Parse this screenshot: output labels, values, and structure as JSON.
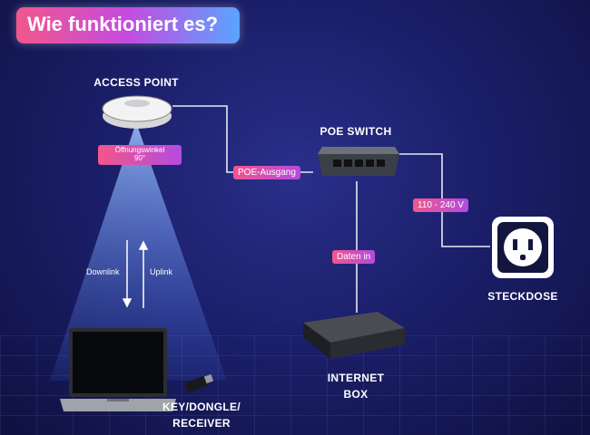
{
  "title": "Wie funktioniert es?",
  "labels": {
    "access_point": "ACCESS POINT",
    "poe_switch": "POE SWITCH",
    "steckdose": "STECKDOSE",
    "internet_box_l1": "INTERNET",
    "internet_box_l2": "BOX",
    "key_l1": "KEY/DONGLE/",
    "key_l2": "RECEIVER"
  },
  "tags": {
    "oeffnung_l1": "Öffnungswinkel",
    "oeffnung_l2": "90°",
    "poe_ausgang": "POE-Ausgang",
    "voltage": "110 - 240 V",
    "daten_in": "Daten in",
    "downlink": "Downlink",
    "uplink": "Uplink"
  }
}
